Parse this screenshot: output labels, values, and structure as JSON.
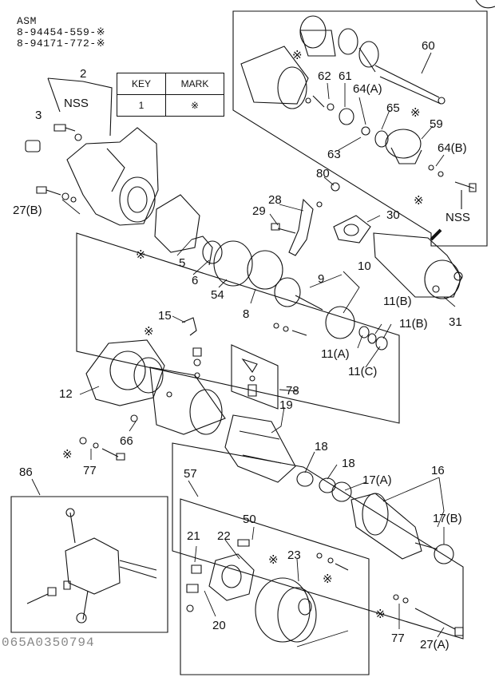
{
  "header": {
    "asm": "ASM",
    "line1": "8-94454-559-※",
    "line2": "8-94171-772-※"
  },
  "key_table": {
    "key_header": "KEY",
    "mark_header": "MARK",
    "key_value": "1",
    "mark_value": "※"
  },
  "labels": {
    "l2": "2",
    "l3": "3",
    "nss_a": "NSS",
    "l27b": "27(B)",
    "l60": "60",
    "l62": "62",
    "l61": "61",
    "l64a": "64(A)",
    "l65": "65",
    "l59": "59",
    "l63": "63",
    "l64b": "64(B)",
    "nss_b": "NSS",
    "l80": "80",
    "l28": "28",
    "l29": "29",
    "l30": "30",
    "l5": "5",
    "l6": "6",
    "l54": "54",
    "l10": "10",
    "l9": "9",
    "l8": "8",
    "l11b1": "11(B)",
    "l11b2": "11(B)",
    "l11a": "11(A)",
    "l11c": "11(C)",
    "l31": "31",
    "l15": "15",
    "l12": "12",
    "l78": "78",
    "l19": "19",
    "l66": "66",
    "l77a": "77",
    "l18a": "18",
    "l18b": "18",
    "l17a": "17(A)",
    "l16": "16",
    "l17b": "17(B)",
    "l86": "86",
    "l57": "57",
    "l50": "50",
    "l21": "21",
    "l22": "22",
    "l23": "23",
    "l20": "20",
    "l77b": "77",
    "l27a": "27(A)"
  },
  "marks": {
    "m1": "※",
    "m2": "※",
    "m3": "※",
    "m4": "※",
    "m5": "※",
    "m6": "※",
    "m7": "※",
    "m8": "※",
    "m9": "※"
  },
  "footer": {
    "code": "065A0350794"
  }
}
